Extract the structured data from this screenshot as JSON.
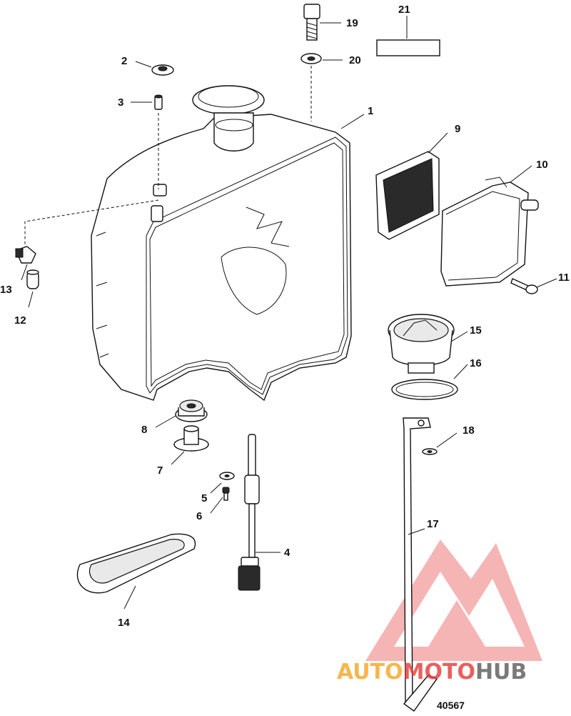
{
  "diagram": {
    "figure_number": "40567",
    "callouts": [
      "1",
      "2",
      "3",
      "4",
      "5",
      "6",
      "7",
      "8",
      "9",
      "10",
      "11",
      "12",
      "13",
      "14",
      "15",
      "16",
      "17",
      "18",
      "19",
      "20",
      "21"
    ]
  },
  "watermark": {
    "text_a": "AUTO",
    "text_b": "MOTO",
    "text_c": "HUB",
    "color_orange": "#f5a623",
    "color_red": "#e53935",
    "color_gray": "#5a5a5a"
  }
}
